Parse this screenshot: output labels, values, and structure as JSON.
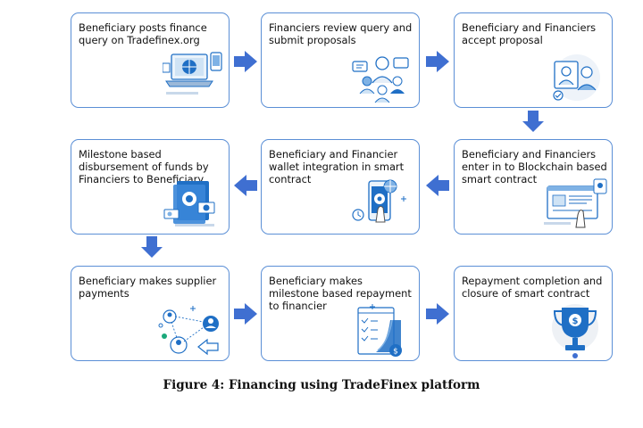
{
  "steps": [
    {
      "label": "Beneficiary posts finance query on Tradefinex.org",
      "icon": "laptop-web-icon"
    },
    {
      "label": "Financiers review query and submit proposals",
      "icon": "people-chat-icon"
    },
    {
      "label": "Beneficiary and Financiers accept proposal",
      "icon": "people-agreement-icon"
    },
    {
      "label": "Beneficiary and Financiers enter in to Blockchain based smart contract",
      "icon": "smart-contract-icon"
    },
    {
      "label": "Beneficiary and Financier wallet integration in smart contract",
      "icon": "wallet-phone-icon"
    },
    {
      "label": "Milestone based disbursement of funds by Financiers to Beneficiary",
      "icon": "funds-disbursement-icon"
    },
    {
      "label": "Beneficiary makes supplier payments",
      "icon": "supplier-network-icon"
    },
    {
      "label": "Beneficiary makes milestone based repayment to financier",
      "icon": "repayment-chart-icon"
    },
    {
      "label": "Repayment completion and closure of smart contract",
      "icon": "trophy-icon"
    }
  ],
  "colors": {
    "border": "#5b8fd6",
    "arrow": "#3f6fd1",
    "accent": "#1f6fc5"
  },
  "caption": "Figure 4: Financing using TradeFinex platform"
}
